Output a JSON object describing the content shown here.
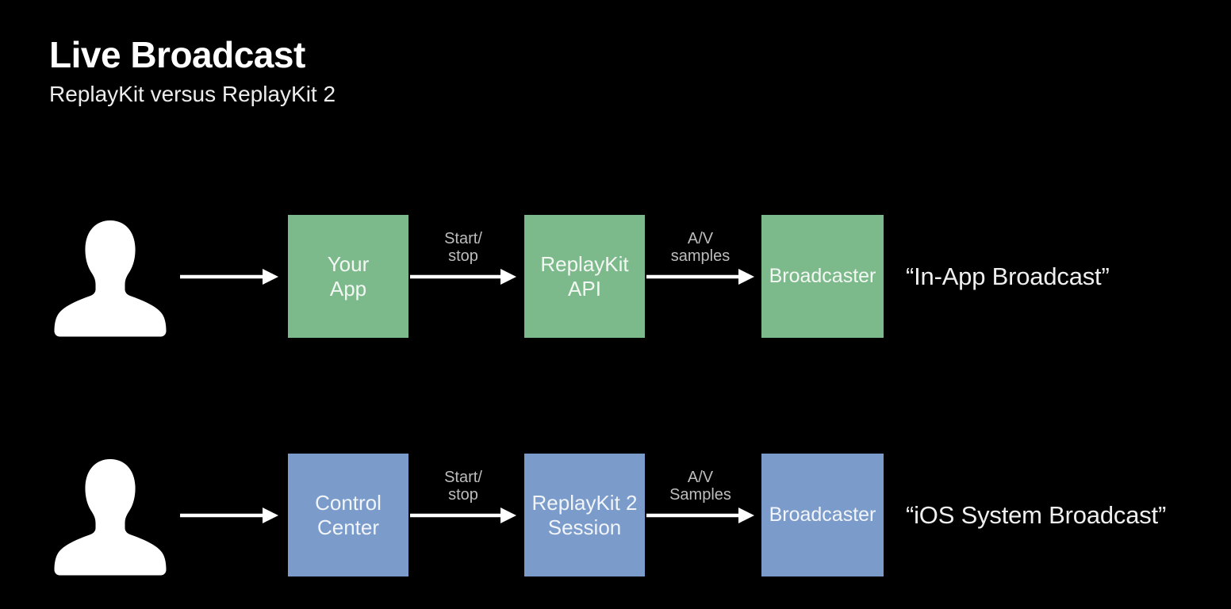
{
  "header": {
    "title": "Live Broadcast",
    "subtitle": "ReplayKit versus ReplayKit 2"
  },
  "colors": {
    "background": "#000000",
    "green_box": "#7dba8b",
    "blue_box": "#7b9cca",
    "box_text": "#f3f7f3",
    "arrow": "#ffffff",
    "arrow_label": "#bdbdbd",
    "caption_text": "#efefef",
    "person_icon": "#ffffff"
  },
  "rows": [
    {
      "id": "in-app-broadcast",
      "actor_icon": "person-silhouette",
      "boxes": [
        {
          "line1": "Your",
          "line2": "App"
        },
        {
          "line1": "ReplayKit",
          "line2": "API"
        },
        {
          "line1": "Broadcaster",
          "line2": ""
        }
      ],
      "arrow_labels": [
        {
          "line1": "Start/",
          "line2": "stop"
        },
        {
          "line1": "A/V",
          "line2": "samples"
        }
      ],
      "caption": "“In-App Broadcast”"
    },
    {
      "id": "ios-system-broadcast",
      "actor_icon": "person-silhouette",
      "boxes": [
        {
          "line1": "Control",
          "line2": "Center"
        },
        {
          "line1": "ReplayKit 2",
          "line2": "Session"
        },
        {
          "line1": "Broadcaster",
          "line2": ""
        }
      ],
      "arrow_labels": [
        {
          "line1": "Start/",
          "line2": "stop"
        },
        {
          "line1": "A/V",
          "line2": "Samples"
        }
      ],
      "caption": "“iOS System Broadcast”"
    }
  ]
}
